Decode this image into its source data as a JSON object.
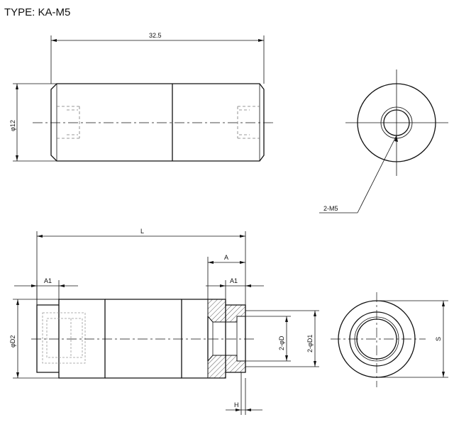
{
  "title": "TYPE: KA-M5",
  "top_view": {
    "length_dim": "32.5",
    "diameter_dim": "φ12"
  },
  "end_view_top": {
    "thread_callout": "2-M5"
  },
  "bottom_view": {
    "length_dim": "L",
    "a_dim": "A",
    "a1_left": "A1",
    "a1_right": "A1",
    "d2_dim": "φD2",
    "d_dim": "2-φD",
    "d1_dim": "2-φD1",
    "h_dim": "H"
  },
  "end_view_bottom": {
    "s_dim": "S"
  }
}
